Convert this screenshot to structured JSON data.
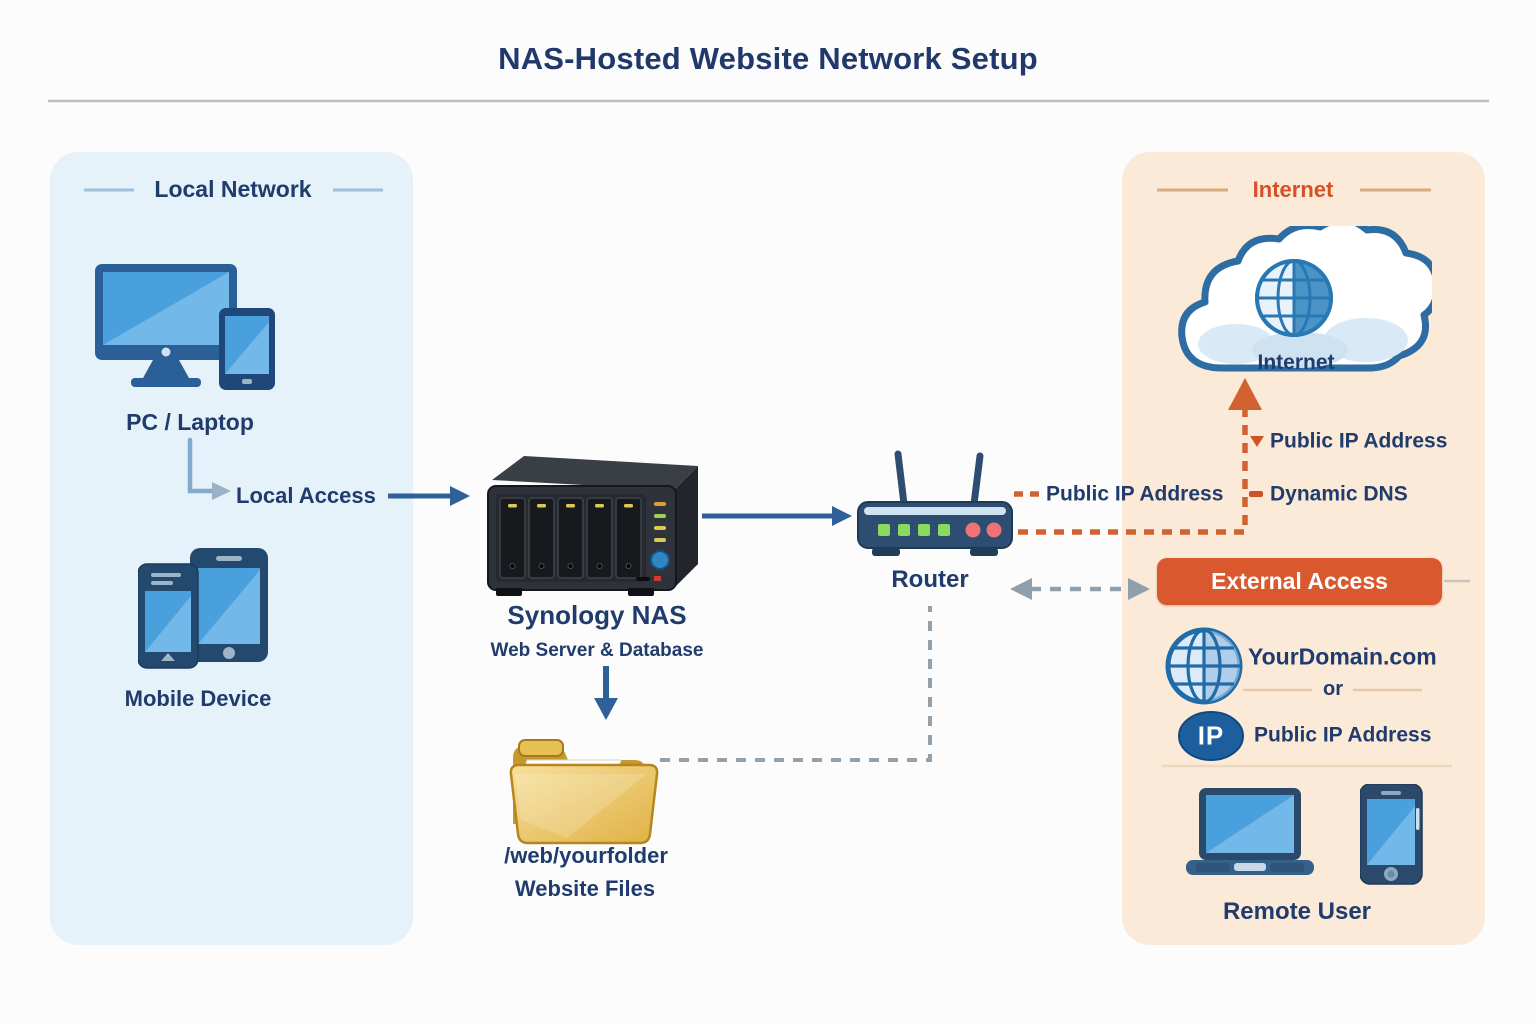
{
  "title": "NAS-Hosted Website Network Setup",
  "colors": {
    "navy_text": "#1f3c6d",
    "title_navy": "#21386b",
    "panel_blue": "#e6f2fa",
    "panel_peach": "#fcead8",
    "internet_header_orange": "#d6502a",
    "external_access_button": "#d9582e",
    "solid_arrow_blue": "#2f6097",
    "dashed_orange": "#d2622f",
    "dashed_gray": "#94a1ab",
    "folder_gold": "#e8c055",
    "device_screen_blue": "#4aa0dd"
  },
  "local_network": {
    "header": "Local Network",
    "pc_label": "PC / Laptop",
    "local_access_label": "Local Access",
    "mobile_label": "Mobile Device"
  },
  "nas": {
    "name": "Synology NAS",
    "subtitle": "Web Server & Database",
    "folder_path": "/web/yourfolder",
    "folder_label": "Website Files"
  },
  "router": {
    "label": "Router",
    "public_ip_label": "Public IP Address"
  },
  "internet": {
    "header": "Internet",
    "cloud_label": "Internet",
    "public_ip_label": "Public IP Address",
    "dynamic_dns_label": "Dynamic DNS",
    "external_access_label": "External Access",
    "domain_label": "YourDomain.com",
    "or_label": "or",
    "ip_badge": "IP",
    "ip_public_label": "Public IP Address",
    "remote_user_label": "Remote User"
  }
}
